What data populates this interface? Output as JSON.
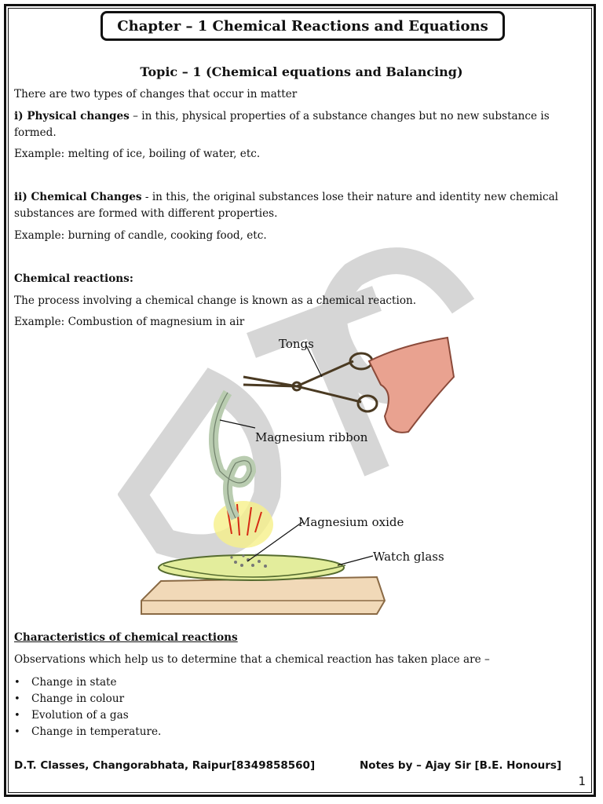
{
  "header": {
    "chapter_title": "Chapter – 1   Chemical Reactions and Equations",
    "topic_title": "Topic – 1  (Chemical equations and Balancing)"
  },
  "content": {
    "intro": "There are two types of changes that occur in matter",
    "physical": {
      "label": "i) Physical changes",
      "text": " – in this, physical properties of a substance changes but no new substance is formed.",
      "example": "Example: melting of ice, boiling of water, etc."
    },
    "chemical": {
      "label": "ii) Chemical Changes",
      "text": " - in this, the original substances lose their nature and identity new chemical substances are formed with different properties.",
      "example": "Example: burning of candle, cooking food, etc."
    },
    "reactions": {
      "heading": "Chemical reactions:",
      "definition": "The process involving a chemical change is known as a chemical reaction.",
      "example": "Example: Combustion of magnesium in air"
    },
    "figure": {
      "labels": {
        "tongs": "Tongs",
        "ribbon": "Magnesium ribbon",
        "oxide": "Magnesium oxide",
        "watch_glass": "Watch  glass"
      }
    },
    "characteristics": {
      "heading": "Characteristics of chemical reactions",
      "intro": "Observations which help us to determine that a chemical reaction has taken place are –",
      "items": [
        "Change in state",
        "Change in colour",
        "Evolution of a gas",
        "Change in temperature."
      ]
    }
  },
  "footer": {
    "left": "D.T. Classes, Changorabhata, Raipur[8349858560]",
    "right": "Notes by – Ajay Sir [B.E. Honours]",
    "page_number": "1"
  },
  "watermark": {
    "text": "DTC"
  }
}
